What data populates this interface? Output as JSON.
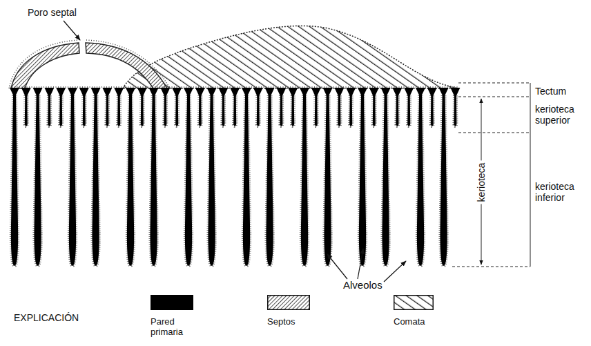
{
  "diagram": {
    "labels": [
      "Poro septal",
      "Tectum",
      "kerioteca superior",
      "kerioteca",
      "kerioteca inferior",
      "Alveolos",
      "EXPLICACIÓN"
    ],
    "legend": [
      {
        "text": "Pared primaria",
        "color": "#000000"
      },
      {
        "text": "Septos"
      },
      {
        "text": "Comata"
      }
    ]
  }
}
